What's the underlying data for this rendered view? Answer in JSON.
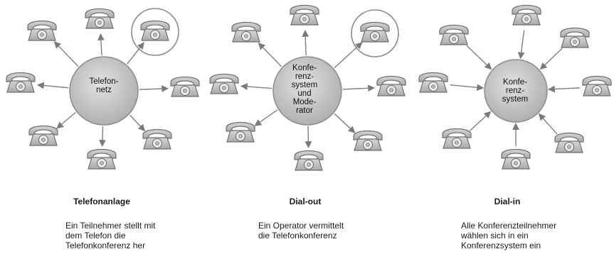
{
  "panels": [
    {
      "hub_label": "Telefon-\nnetz",
      "title": "Telefonanlage",
      "description": "Ein Teilnehmer stellt mit\ndem Telefon die\nTelefonkonferenz her",
      "arrow_direction": "outward",
      "highlighted_phone": "top-right"
    },
    {
      "hub_label": "Konfe-\nrenz-\nsystem\nund\nMode-\nrator",
      "title": "Dial-out",
      "description": "Ein Operator vermittelt\ndie Telefonkonferenz",
      "arrow_direction": "outward",
      "highlighted_phone": "top-right"
    },
    {
      "hub_label": "Konfe-\nrenz-\nsystem",
      "title": "Dial-in",
      "description": "Alle Konferenzteilnehmer\nwählen sich in ein\nKonferenzsystem ein",
      "arrow_direction": "inward",
      "highlighted_phone": "none"
    }
  ],
  "icons": {
    "phone": "telephone-icon",
    "hub": "network-hub"
  },
  "colors": {
    "hub_fill": "#c4c4c4",
    "phone_fill": "#bdbdbd",
    "line": "#808080",
    "text": "#1a1a1a"
  }
}
